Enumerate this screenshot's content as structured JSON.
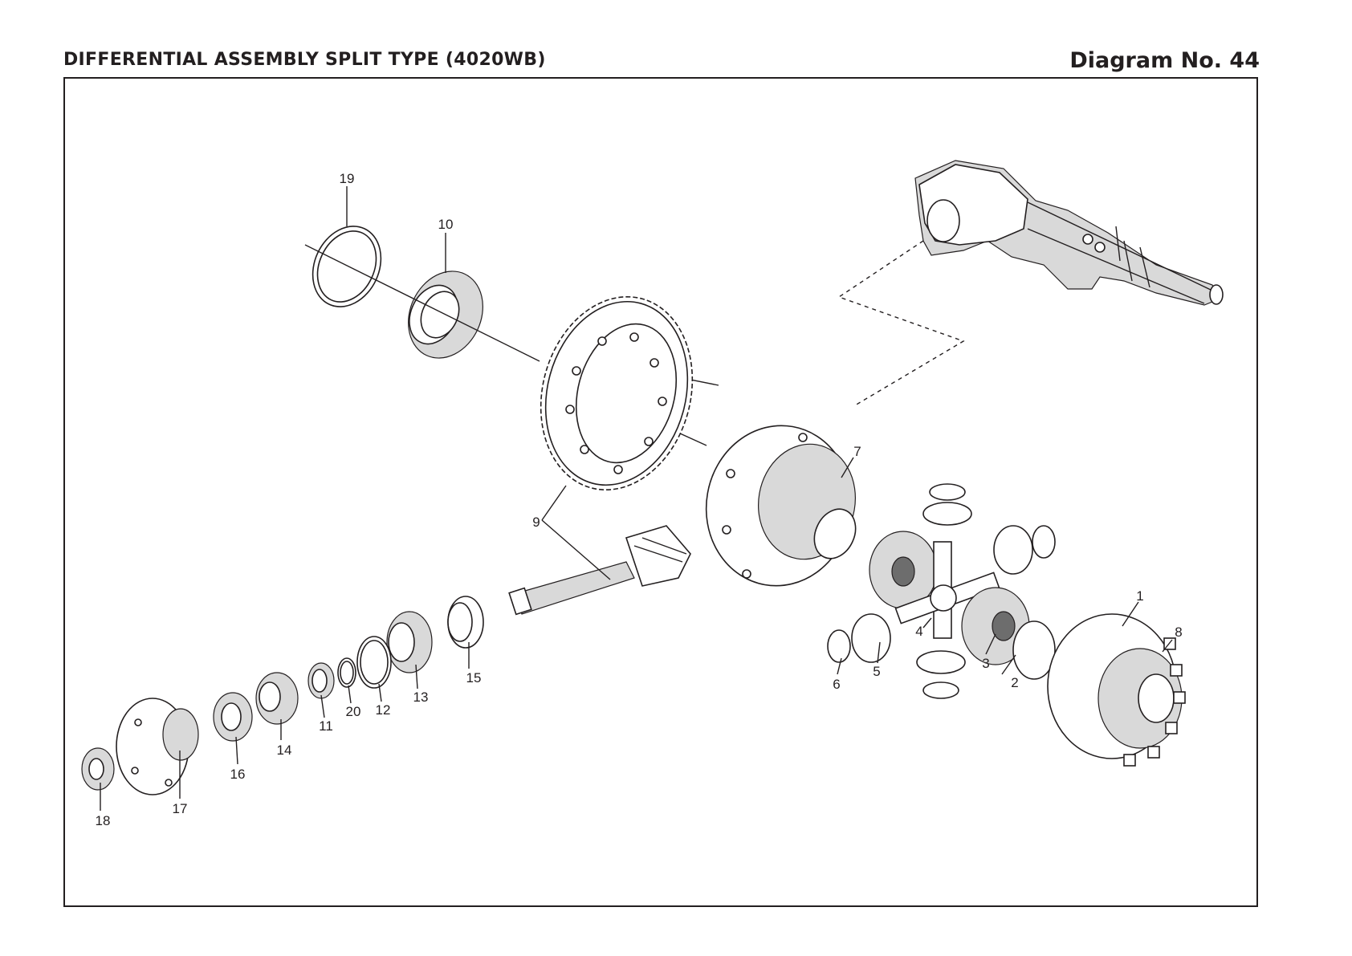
{
  "header": {
    "title": "DIFFERENTIAL ASSEMBLY SPLIT TYPE (4020WB)",
    "diagram_number": "Diagram No. 44"
  },
  "callouts": {
    "p1": "1",
    "p2": "2",
    "p3": "3",
    "p4": "4",
    "p5": "5",
    "p6": "6",
    "p7": "7",
    "p8": "8",
    "p9": "9",
    "p10": "10",
    "p11": "11",
    "p12": "12",
    "p13": "13",
    "p14": "14",
    "p15": "15",
    "p16": "16",
    "p17": "17",
    "p18": "18",
    "p19": "19",
    "p20": "20"
  },
  "colors": {
    "ink": "#231f20",
    "part_shade": "#d9d9d9",
    "part_dark": "#6d6d6d"
  }
}
